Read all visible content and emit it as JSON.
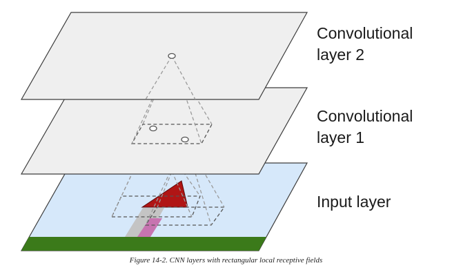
{
  "layers": [
    {
      "id": "conv2",
      "line1": "Convolutional",
      "line2": "layer 2"
    },
    {
      "id": "conv1",
      "line1": "Convolutional",
      "line2": "layer 1"
    },
    {
      "id": "input",
      "line1": "Input layer",
      "line2": ""
    }
  ],
  "caption": "Figure 14-2. CNN layers with rectangular local receptive fields",
  "colors": {
    "layer_fill": "#efefef",
    "layer_stroke": "#3c3c3c",
    "input_fill": "#d6e8fa",
    "grass": "#3b7a1a",
    "roof": "#b01515",
    "road_outer": "#c4c4c4",
    "road_inner": "#c774b0",
    "dashed": "#555555",
    "dashed_light": "#9a9a9a"
  }
}
